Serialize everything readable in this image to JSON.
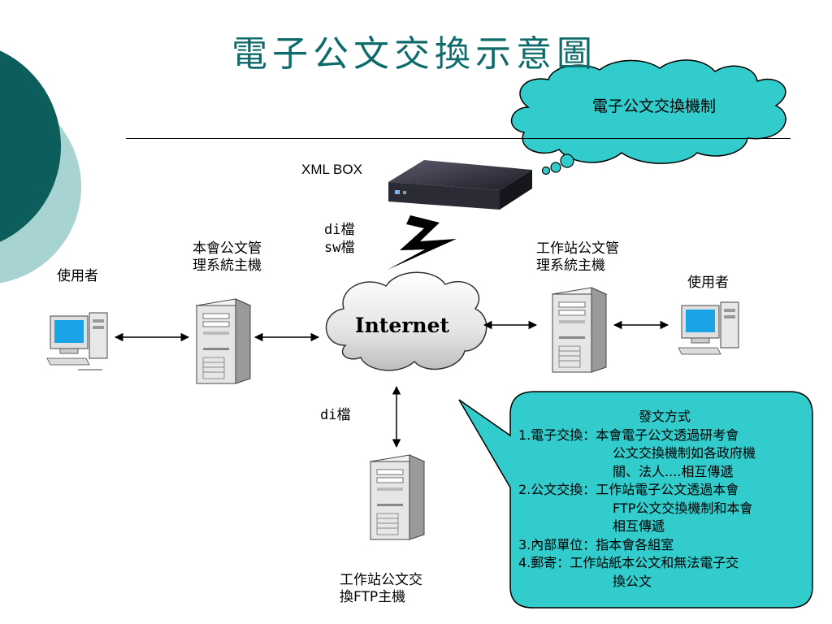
{
  "title": "電子公文交換示意圖",
  "callout_cloud": {
    "label": "電子公文交換機制"
  },
  "xml_box": {
    "label": "XML BOX"
  },
  "files_top": {
    "line1": "di檔",
    "line2": "sw檔"
  },
  "files_bottom": {
    "label": "di檔"
  },
  "internet": {
    "label": "Internet"
  },
  "host_left": {
    "line1": "本會公文管",
    "line2": "理系統主機"
  },
  "host_right": {
    "line1": "工作站公文管",
    "line2": "理系統主機"
  },
  "host_ftp": {
    "line1": "工作站公文交",
    "line2": "換FTP主機"
  },
  "user_left": {
    "label": "使用者"
  },
  "user_right": {
    "label": "使用者"
  },
  "send_box": {
    "heading": "發文方式",
    "items": [
      {
        "num": "1.",
        "lead": "電子交換：",
        "first": "本會電子公文透過研考會",
        "rest": "公文交換機制如各政府機\n關、法人....相互傳遞"
      },
      {
        "num": "2.",
        "lead": "公文交換：",
        "first": "工作站電子公文透過本會",
        "rest": "FTP公文交換機制和本會\n相互傳遞"
      },
      {
        "num": "3.",
        "lead": "內部單位：",
        "first": "指本會各組室",
        "rest": ""
      },
      {
        "num": "4.",
        "lead": "郵寄：",
        "first": "工作站紙本公文和無法電子交",
        "rest": "換公文"
      }
    ]
  },
  "colors": {
    "title": "#0f6b6b",
    "deco_dark": "#0b5e5c",
    "deco_light": "#a7d3d2",
    "cloud_fill": "#33cccc",
    "box_fill": "#33cccc"
  }
}
